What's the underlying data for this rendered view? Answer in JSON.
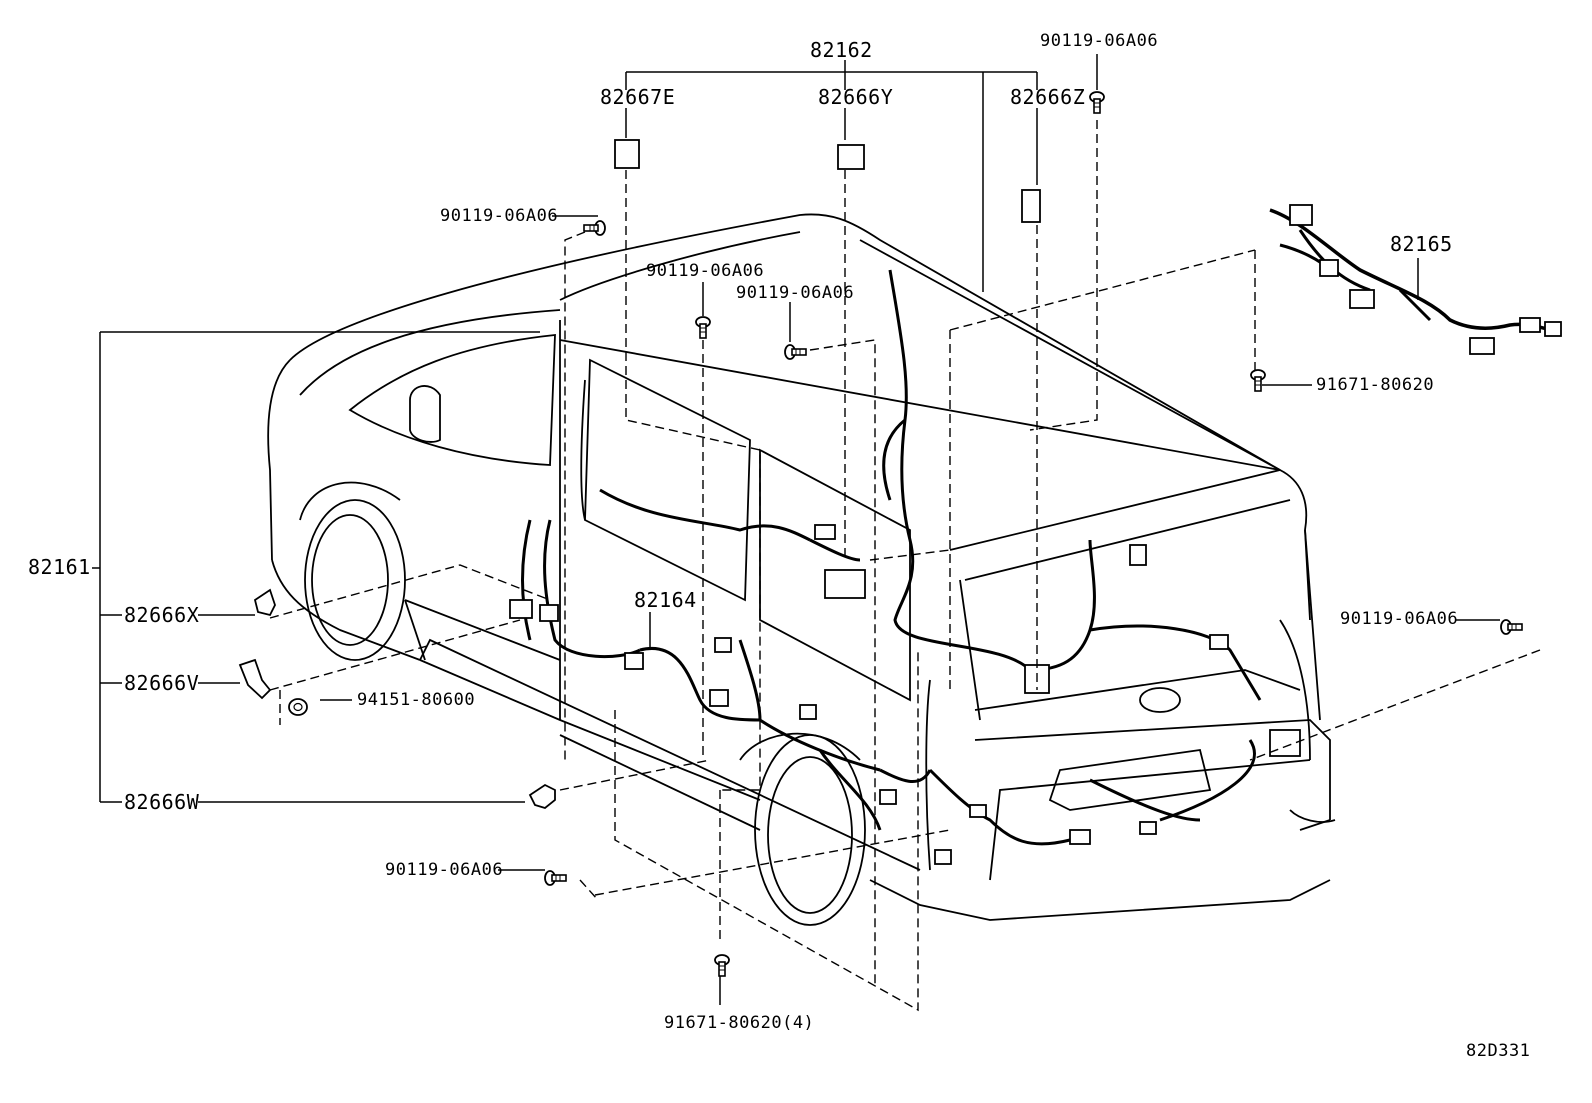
{
  "diagram_code": "82D331",
  "labels": {
    "p82162": "82162",
    "p82667E": "82667E",
    "p82666Y": "82666Y",
    "p82666Z": "82666Z",
    "bolt_top_right": "90119-06A06",
    "bolt_top_left": "90119-06A06",
    "bolt_mid_a": "90119-06A06",
    "bolt_mid_b": "90119-06A06",
    "p82165": "82165",
    "p91671_top": "91671-80620",
    "p82161": "82161",
    "p82666X": "82666X",
    "p82666V": "82666V",
    "p94151": "94151-80600",
    "p82666W": "82666W",
    "p82164": "82164",
    "bolt_right": "90119-06A06",
    "bolt_bottom_left": "90119-06A06",
    "p91671_bottom": "91671-80620(4)"
  },
  "icons": {
    "bolt": "flange-bolt-icon",
    "clip": "wire-clip-icon",
    "connector": "connector-block-icon",
    "harness": "wire-harness-icon",
    "vehicle": "van-outline-icon"
  }
}
